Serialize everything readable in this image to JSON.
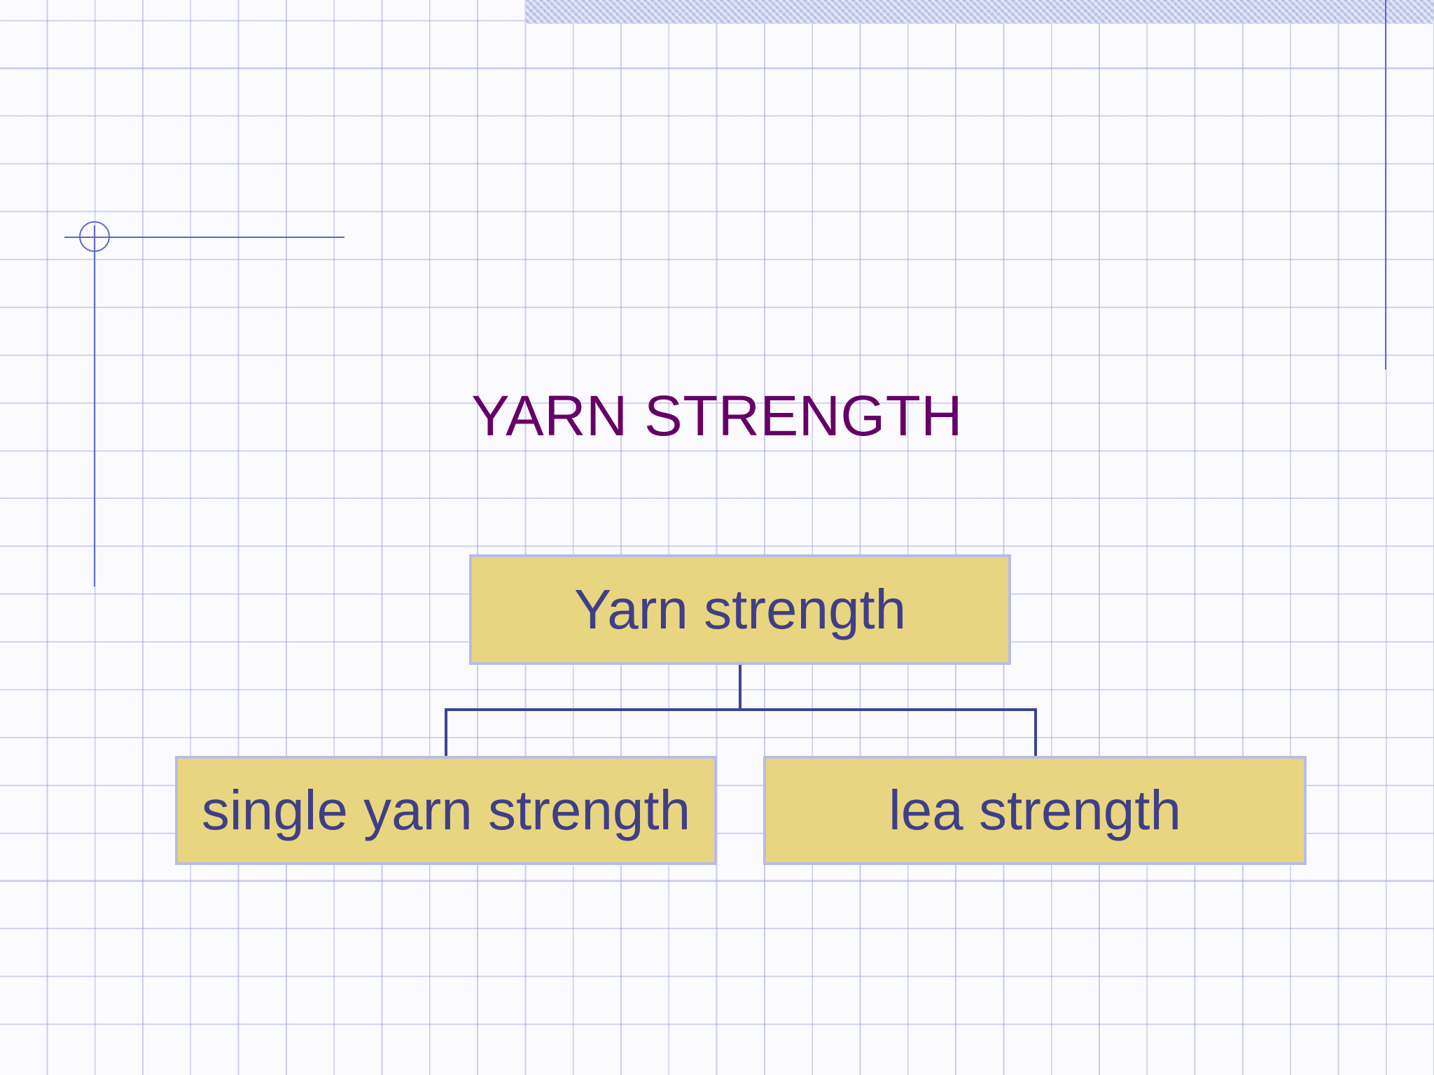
{
  "slide": {
    "title": "YARN STRENGTH"
  },
  "diagram": {
    "type": "hierarchy",
    "root": {
      "label": "Yarn strength"
    },
    "children": [
      {
        "label": "single yarn strength"
      },
      {
        "label": "lea strength"
      }
    ]
  },
  "colors": {
    "title_text": "#660066",
    "node_fill": "#e8d580",
    "node_border": "#b8bde6",
    "node_text": "#3f3f87",
    "connector": "#3c4590",
    "grid": "#a0a5dc",
    "accent_rule": "#5a69c8"
  }
}
